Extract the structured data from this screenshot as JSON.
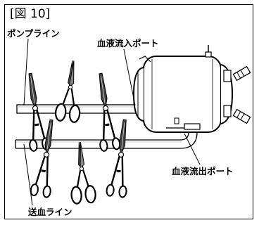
{
  "figure": {
    "title": "[図 10]"
  },
  "labels": {
    "pump_line": "ポンプライン",
    "blood_inlet_port": "血液流入ポート",
    "blood_outlet_port": "血液流出ポート",
    "blood_supply_line": "送血ライン"
  }
}
